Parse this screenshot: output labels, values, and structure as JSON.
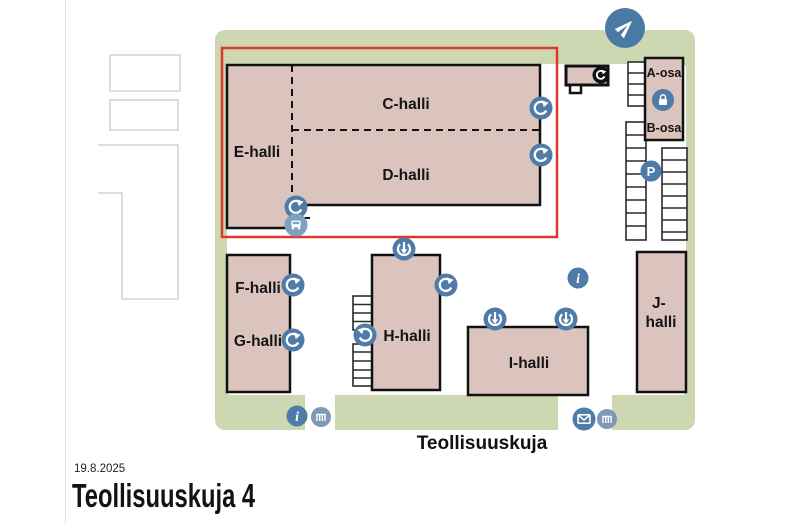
{
  "colors": {
    "site_green": "#cdd8b3",
    "building_fill": "#dcc4be",
    "building_stroke": "#111111",
    "highlight_red": "#dc392c",
    "icon_blue": "#4e7ba8",
    "icon_blue_light": "#7fa0bf",
    "icon_gate_blue": "#7e99b5",
    "neighbor_stroke": "#cbcbcb"
  },
  "map": {
    "street_label": "Teollisuuskuja",
    "halls": {
      "c": {
        "label": "C-halli"
      },
      "d": {
        "label": "D-halli"
      },
      "e": {
        "label": "E-halli"
      },
      "f": {
        "label": "F-halli"
      },
      "g": {
        "label": "G-halli"
      },
      "h": {
        "label": "H-halli"
      },
      "i": {
        "label": "I-halli"
      },
      "j": {
        "line1": "J-",
        "line2": "halli"
      },
      "a": {
        "label": "A-osa"
      },
      "b": {
        "label": "B-osa"
      }
    },
    "icons": {
      "parking_label": "P",
      "info_label": "i",
      "navigation": "paper-plane-icon",
      "rotate": "rotate-arrow-icon",
      "entrance": "down-arrow-entrance-icon",
      "mail": "envelope-icon",
      "gate": "gate-icon",
      "truck": "truck-icon",
      "lock": "lock-icon"
    }
  },
  "footer": {
    "date": "19.8.2025",
    "title": "Teollisuuskuja 4"
  }
}
